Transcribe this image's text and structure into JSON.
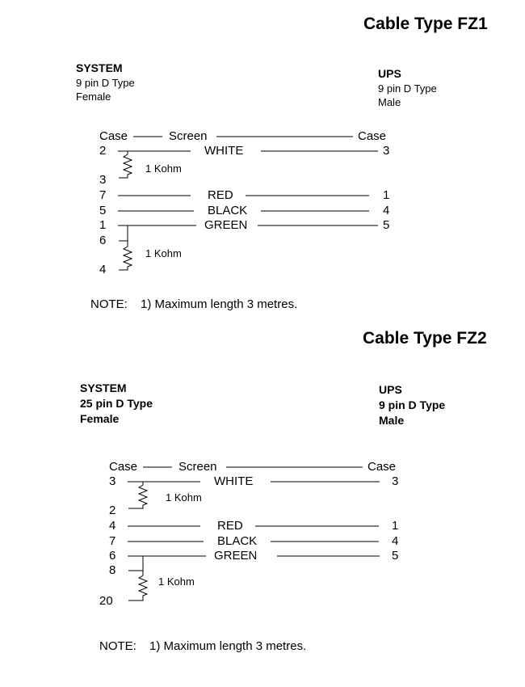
{
  "fz1": {
    "title": "Cable Type FZ1",
    "system": {
      "heading": "SYSTEM",
      "line1": "9 pin D Type",
      "line2": "Female"
    },
    "ups": {
      "heading": "UPS",
      "line1": "9 pin D Type",
      "line2": "Male"
    },
    "case_left": "Case",
    "screen_label": "Screen",
    "case_right": "Case",
    "wires": [
      {
        "left_pin": "2",
        "color": "WHITE",
        "right_pin": "3"
      },
      {
        "left_pin": "7",
        "color": "RED",
        "right_pin": "1"
      },
      {
        "left_pin": "5",
        "color": "BLACK",
        "right_pin": "4"
      },
      {
        "left_pin": "1",
        "color": "GREEN",
        "right_pin": "5"
      }
    ],
    "extra_pins": {
      "a": "3",
      "b": "6",
      "c": "4"
    },
    "resistors": [
      "1 Kohm",
      "1 Kohm"
    ],
    "note_prefix": "NOTE:",
    "note": "1)  Maximum length  3 metres."
  },
  "fz2": {
    "title": "Cable Type FZ2",
    "system": {
      "heading": "SYSTEM",
      "line1": "25 pin D Type",
      "line2": "Female"
    },
    "ups": {
      "heading": "UPS",
      "line1": "9 pin D Type",
      "line2": "Male"
    },
    "case_left": "Case",
    "screen_label": "Screen",
    "case_right": "Case",
    "wires": [
      {
        "left_pin": "3",
        "color": "WHITE",
        "right_pin": "3"
      },
      {
        "left_pin": "4",
        "color": "RED",
        "right_pin": "1"
      },
      {
        "left_pin": "7",
        "color": "BLACK",
        "right_pin": "4"
      },
      {
        "left_pin": "6",
        "color": "GREEN",
        "right_pin": "5"
      }
    ],
    "extra_pins": {
      "a": "2",
      "b": "8",
      "c": "20"
    },
    "resistors": [
      "1 Kohm",
      "1 Kohm"
    ],
    "note_prefix": "NOTE:",
    "note": "1)  Maximum length 3 metres."
  }
}
